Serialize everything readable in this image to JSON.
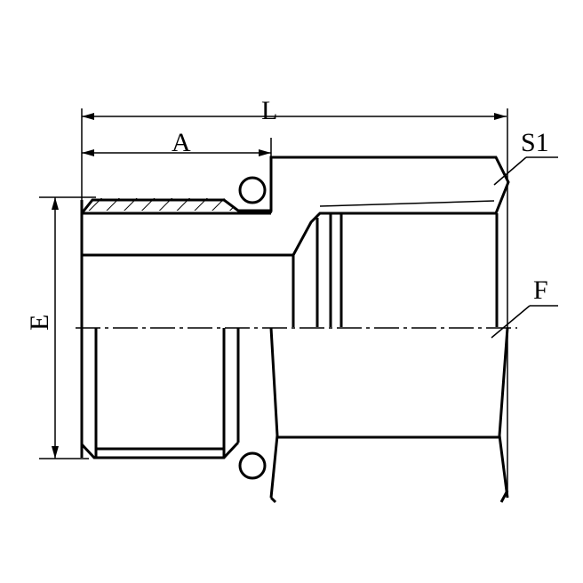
{
  "drawing": {
    "dimension_labels": {
      "L": "L",
      "A": "A",
      "E": "E",
      "S1": "S1",
      "F": "F"
    },
    "line_color": "#000000",
    "background": "#ffffff"
  }
}
